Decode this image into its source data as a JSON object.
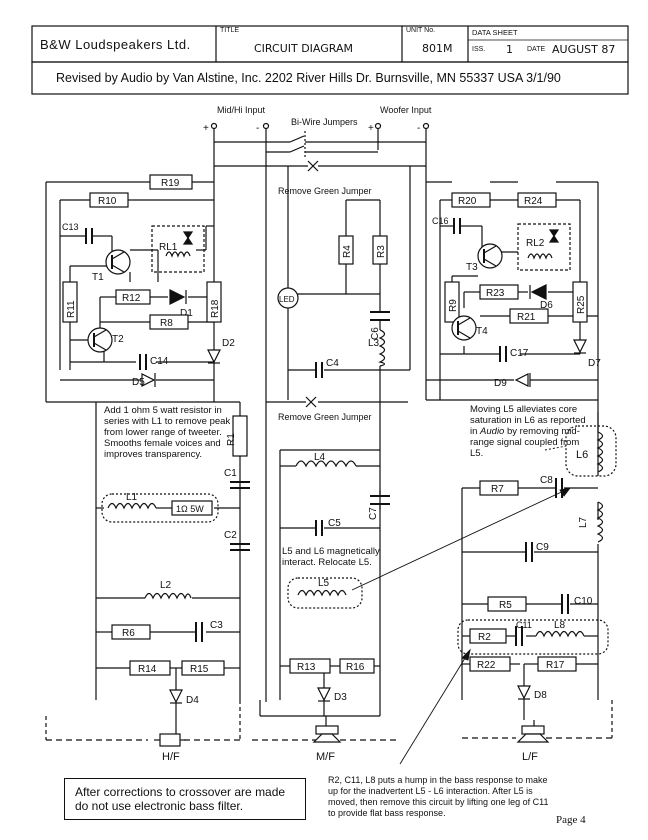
{
  "title_block": {
    "company": "B&W Loudspeakers Ltd.",
    "title_label": "TITLE",
    "title": "CIRCUIT   DIAGRAM",
    "unit_label": "UNIT No.",
    "unit": "801M",
    "sheet_label": "DATA SHEET",
    "issue_label": "ISS.",
    "issue": "1",
    "date_label": "DATE",
    "date": "AUGUST 87"
  },
  "revision": "Revised by Audio by Van Alstine, Inc. 2202 River Hills Dr. Burnsville, MN 55337  USA  3/1/90",
  "inputs": {
    "mid_hi": "Mid/Hi Input",
    "woofer": "Woofer Input",
    "bi_wire": "Bi-Wire Jumpers",
    "plus": "+",
    "minus": "-"
  },
  "jumper_note_top": "Remove Green Jumper",
  "jumper_note_bottom": "Remove Green Jumper",
  "led": "LED",
  "components": {
    "R19": "R19",
    "R10": "R10",
    "C13": "C13",
    "RL1": "RL1",
    "T1": "T1",
    "R11": "R11",
    "R12": "R12",
    "D1": "D1",
    "R8": "R8",
    "R18": "R18",
    "T2": "T2",
    "C14": "C14",
    "D2": "D2",
    "D5": "D5",
    "R1": "R1",
    "C1": "C1",
    "C2": "C2",
    "L1": "L1",
    "L1_add": "1Ω 5W",
    "L2": "L2",
    "R6": "R6",
    "C3": "C3",
    "R14": "R14",
    "R15": "R15",
    "D4": "D4",
    "R4": "R4",
    "R3": "R3",
    "C6": "C6",
    "L3": "L3",
    "C4": "C4",
    "L4": "L4",
    "C7": "C7",
    "C5": "C5",
    "L5": "L5",
    "R13": "R13",
    "R16": "R16",
    "D3": "D3",
    "R20": "R20",
    "R24": "R24",
    "C16": "C16",
    "T3": "T3",
    "RL2": "RL2",
    "R9": "R9",
    "R23": "R23",
    "D6": "D6",
    "R25": "R25",
    "T4": "T4",
    "R21": "R21",
    "C17": "C17",
    "D7": "D7",
    "D9": "D9",
    "L6": "L6",
    "R7": "R7",
    "C8": "C8",
    "L7": "L7",
    "C9": "C9",
    "R5": "R5",
    "C10": "C10",
    "R2": "R2",
    "C11": "C11",
    "L8": "L8",
    "R22": "R22",
    "R17": "R17",
    "D8": "D8"
  },
  "drivers": {
    "hf": "H/F",
    "mf": "M/F",
    "lf": "L/F"
  },
  "notes": {
    "l1": "Add 1 ohm 5 watt resistor in series with L1 to remove peak from lower range of tweeter.  Smooths female voices and improves transparency.",
    "l5": "L5 and L6 magnetically interact.  Relocate L5.",
    "l6_a": "Moving L5 alleviates core saturation in L6 as reported in ",
    "l6_em": "Audio",
    "l6_b": " by removing mid-range signal coupled from L5.",
    "bass": "R2, C11, L8 puts a hump in the bass response to make up for the inadvertent L5 - L6 interaction. After L5 is moved, then remove this circuit by lifting one leg of C11 to provide flat bass response.",
    "filter": "After corrections to crossover are made do not use electronic bass filter."
  },
  "page": "Page 4"
}
